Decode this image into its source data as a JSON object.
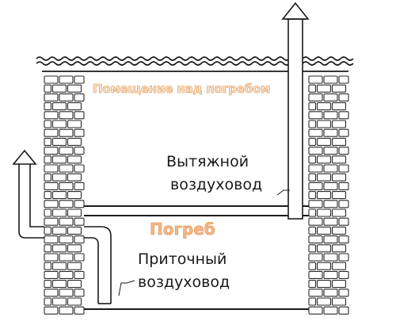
{
  "labels": {
    "room_above": "Помещение над погребом",
    "cellar": "Погреб",
    "exhaust_line1": "Вытяжной",
    "exhaust_line2": "воздуховод",
    "supply_line1": "Приточный",
    "supply_line2": "воздуховод"
  },
  "colors": {
    "outline": "#1a1a1a",
    "label_accent": "#e38b3a"
  },
  "icons": [
    "roof-wave",
    "brick-wall",
    "exhaust-pipe",
    "supply-pipe",
    "up-arrow"
  ]
}
